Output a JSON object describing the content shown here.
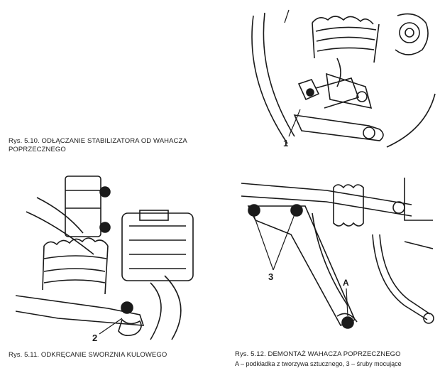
{
  "figures": [
    {
      "id": "5.10",
      "caption_prefix": "Rys. 5.10.",
      "caption_title": "ODŁĄCZANIE STABILIZATORA OD WAHACZA POPRZECZNEGO",
      "callouts": [
        "1"
      ]
    },
    {
      "id": "5.11",
      "caption_prefix": "Rys. 5.11.",
      "caption_title": "ODKRĘCANIE SWORZNIA KULOWEGO",
      "callouts": [
        "2"
      ]
    },
    {
      "id": "5.12",
      "caption_prefix": "Rys. 5.12.",
      "caption_title": "DEMONTAŻ WAHACZA POPRZECZNEGO",
      "legend": "A – podkładka z tworzywa sztucznego, 3 – śruby mocujące",
      "callouts": [
        "3",
        "A"
      ]
    }
  ],
  "colors": {
    "ink": "#1a1a1a",
    "paper": "#ffffff"
  }
}
